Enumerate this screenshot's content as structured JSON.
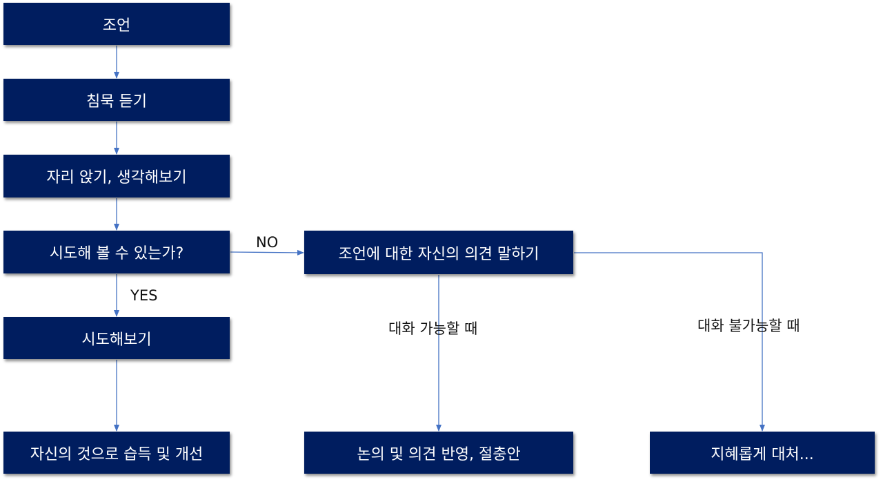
{
  "nodes": {
    "advice": "조언",
    "listen": "침묵 듣기",
    "sit_think": "자리 앉기, 생각해보기",
    "can_try": "시도해 볼 수 있는가?",
    "try": "시도해보기",
    "own": "자신의 것으로 습득 및 개선",
    "speak": "조언에 대한 자신의 의견 말하기",
    "discuss": "논의 및 의견 반영, 절충안",
    "wise": "지혜롭게 대처..."
  },
  "edge_labels": {
    "no": "NO",
    "yes": "YES",
    "possible": "대화 가능할 때",
    "impossible": "대화 불가능할 때"
  },
  "colors": {
    "box_fill": "#001d5f",
    "box_text": "#ffffff",
    "connector": "#4472c4"
  }
}
